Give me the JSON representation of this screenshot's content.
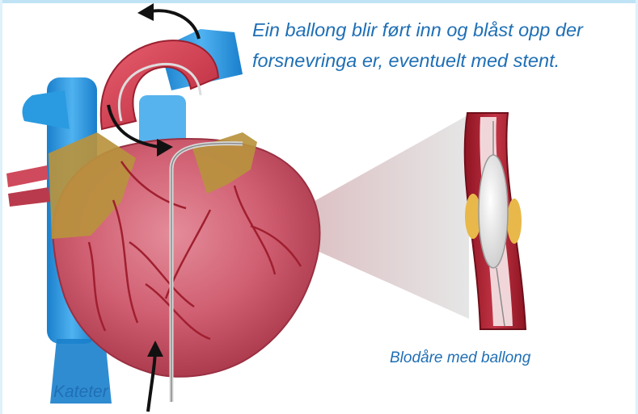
{
  "captions": {
    "balloon_description": "Ein ballong blir ført inn og blåst opp der forsnevringa er, eventuelt med stent.",
    "vessel_label": "Blodåre med ballong",
    "catheter_label": "Kateter"
  },
  "colors": {
    "caption_text": "#1f6fb5",
    "heart_muscle": "#c24a5e",
    "vein_blue": "#2a9be0",
    "fat_yellow": "#b38f3a",
    "artery_red": "#b01e2c",
    "balloon_white": "#f2f2f2",
    "arrow": "#111111"
  },
  "icons": {
    "top_arrow": "curved-arrow-icon",
    "aorta_arrow": "curved-arrow-icon",
    "catheter_arrow": "up-arrow-icon"
  }
}
